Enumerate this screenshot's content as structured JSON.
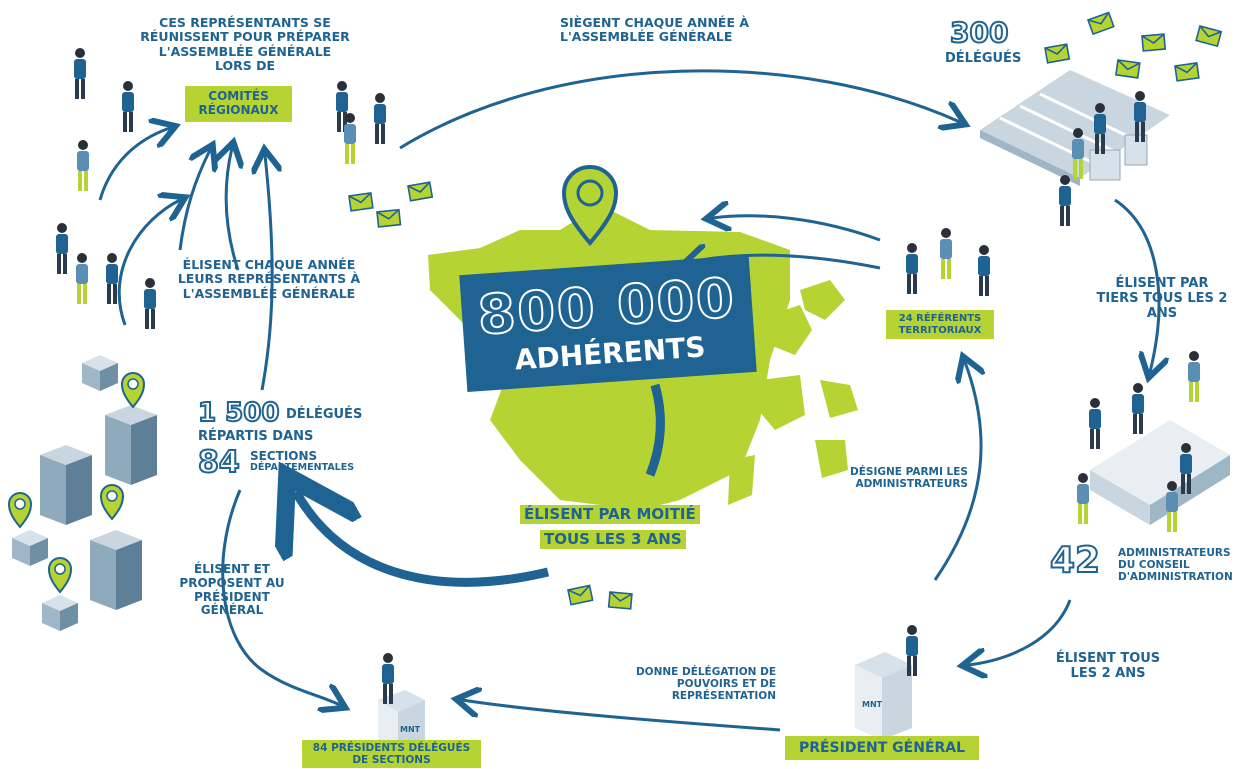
{
  "center": {
    "count": "800 000",
    "label": "ADHÉRENTS"
  },
  "labels": {
    "comites_intro": "CES REPRÉSENTANTS SE RÉUNISSENT POUR PRÉPARER L'ASSEMBLÉE GÉNÉRALE LORS DE",
    "comites": "COMITÉS RÉGIONAUX",
    "siegent": "SIÈGENT CHAQUE ANNÉE À L'ASSEMBLÉE GÉNÉRALE",
    "delegues_300_num": "300",
    "delegues_300_label": "DÉLÉGUÉS",
    "elisent_chaque": "ÉLISENT CHAQUE ANNÉE LEURS REPRÉSENTANTS À L'ASSEMBLÉE GÉNÉRALE",
    "delegues_1500_num": "1 500",
    "delegues_1500_label": "DÉLÉGUÉS",
    "repartis": "RÉPARTIS DANS",
    "sections_num": "84",
    "sections_label": "SECTIONS",
    "departementales": "DÉPARTEMENTALES",
    "elisent_moitie_1": "ÉLISENT PAR MOITIÉ",
    "elisent_moitie_2": "TOUS LES 3 ANS",
    "referents": "24 RÉFÉRENTS TERRITORIAUX",
    "elisent_tiers": "ÉLISENT PAR TIERS TOUS LES 2 ANS",
    "designe": "DÉSIGNE PARMI LES ADMINISTRATEURS",
    "admin_num": "42",
    "admin_label": "ADMINISTRATEURS DU CONSEIL D'ADMINISTRATION",
    "elisent_2ans": "ÉLISENT TOUS LES 2 ANS",
    "elisent_proposent": "ÉLISENT ET PROPOSENT AU PRÉSIDENT GÉNÉRAL",
    "donne_delegation": "DONNE DÉLÉGATION DE POUVOIRS ET DE REPRÉSENTATION",
    "president": "PRÉSIDENT GÉNÉRAL",
    "presidents_delegues": "84 PRÉSIDENTS DÉLÉGUÉS DE SECTIONS",
    "mnt_logo": "MNT"
  },
  "colors": {
    "blue": "#1e6391",
    "green": "#b6d334",
    "pale": "#c9d6df"
  }
}
